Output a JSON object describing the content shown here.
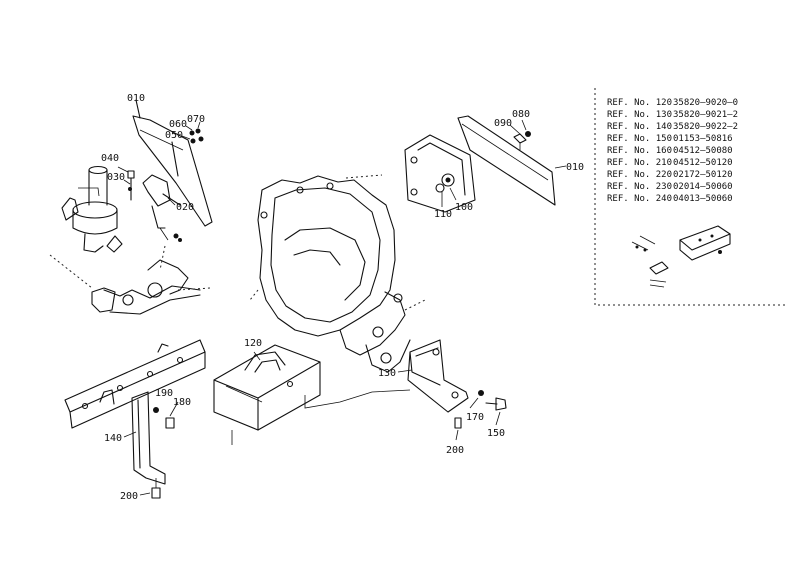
{
  "part_labels": {
    "p010_left": "010",
    "p060": "060",
    "p070": "070",
    "p050": "050",
    "p040": "040",
    "p030": "030",
    "p020": "020",
    "p080": "080",
    "p090": "090",
    "p010_right": "010",
    "p110": "110",
    "p100": "100",
    "p120": "120",
    "p130": "130",
    "p190": "190",
    "p180": "180",
    "p140": "140",
    "p200_left": "200",
    "p170": "170",
    "p150": "150",
    "p200_right": "200"
  },
  "ref_table": [
    {
      "label": "REF. No. 120",
      "part": "35820—9020—0"
    },
    {
      "label": "REF. No. 130",
      "part": "35820—9021—2"
    },
    {
      "label": "REF. No. 140",
      "part": "35820—9022—2"
    },
    {
      "label": "REF. No. 150",
      "part": "01153—50816"
    },
    {
      "label": "REF. No. 160",
      "part": "04512—50080"
    },
    {
      "label": "REF. No. 210",
      "part": "04512—50120"
    },
    {
      "label": "REF. No. 220",
      "part": "02172—50120"
    },
    {
      "label": "REF. No. 230",
      "part": "02014—50060"
    },
    {
      "label": "REF. No. 240",
      "part": "04013—50060"
    }
  ]
}
